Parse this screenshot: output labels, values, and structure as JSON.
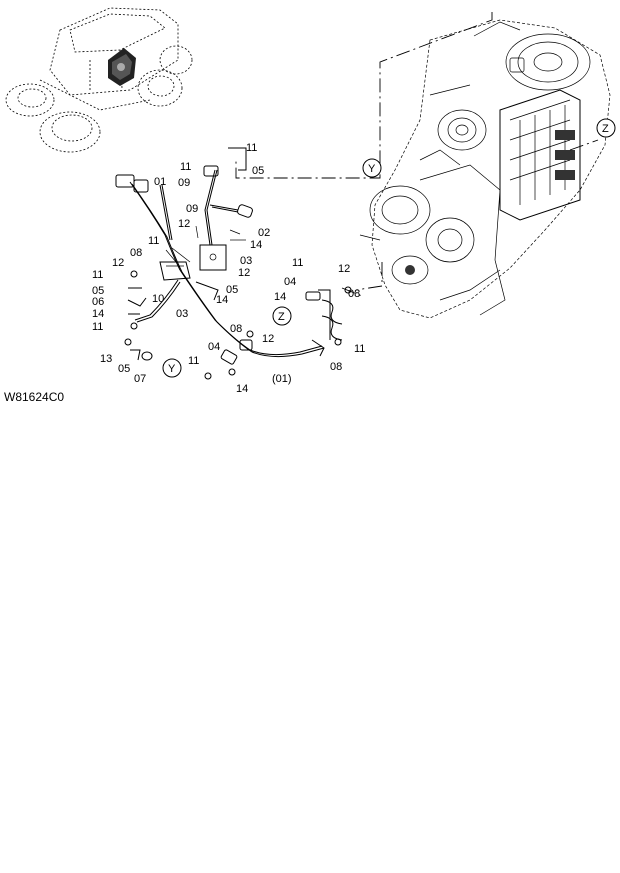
{
  "drawing_code": "W81624C0",
  "callouts": [
    {
      "key": "c11a",
      "text": "11"
    },
    {
      "key": "c11b",
      "text": "11"
    },
    {
      "key": "c09a",
      "text": "09"
    },
    {
      "key": "c05a",
      "text": "05"
    },
    {
      "key": "c01a",
      "text": "01"
    },
    {
      "key": "c09b",
      "text": "09"
    },
    {
      "key": "c02",
      "text": "02"
    },
    {
      "key": "c12a",
      "text": "12"
    },
    {
      "key": "c14a",
      "text": "14"
    },
    {
      "key": "c11c",
      "text": "11"
    },
    {
      "key": "c08a",
      "text": "08"
    },
    {
      "key": "c03a",
      "text": "03"
    },
    {
      "key": "c12b",
      "text": "12"
    },
    {
      "key": "c12c",
      "text": "12"
    },
    {
      "key": "c11d",
      "text": "11"
    },
    {
      "key": "c05b",
      "text": "05"
    },
    {
      "key": "c10",
      "text": "10"
    },
    {
      "key": "c14b",
      "text": "14"
    },
    {
      "key": "c05c",
      "text": "05"
    },
    {
      "key": "c06",
      "text": "06"
    },
    {
      "key": "c14c",
      "text": "14"
    },
    {
      "key": "c03b",
      "text": "03"
    },
    {
      "key": "c11e",
      "text": "11"
    },
    {
      "key": "c13",
      "text": "13"
    },
    {
      "key": "c05d",
      "text": "05"
    },
    {
      "key": "c07",
      "text": "07"
    },
    {
      "key": "c11f",
      "text": "11"
    },
    {
      "key": "c04a",
      "text": "04"
    },
    {
      "key": "c12d",
      "text": "12"
    },
    {
      "key": "c08b",
      "text": "08"
    },
    {
      "key": "c14d",
      "text": "14"
    },
    {
      "key": "c08c",
      "text": "08"
    },
    {
      "key": "c12e",
      "text": "12"
    },
    {
      "key": "c04b",
      "text": "04"
    },
    {
      "key": "c11g",
      "text": "11"
    },
    {
      "key": "c11h",
      "text": "11"
    },
    {
      "key": "c14e",
      "text": "14"
    },
    {
      "key": "c01b",
      "text": "(01)"
    },
    {
      "key": "c08d",
      "text": "08"
    }
  ],
  "view_markers": {
    "y_left": "Y",
    "y_right": "Y",
    "z_left": "Z",
    "z_right": "Z"
  }
}
